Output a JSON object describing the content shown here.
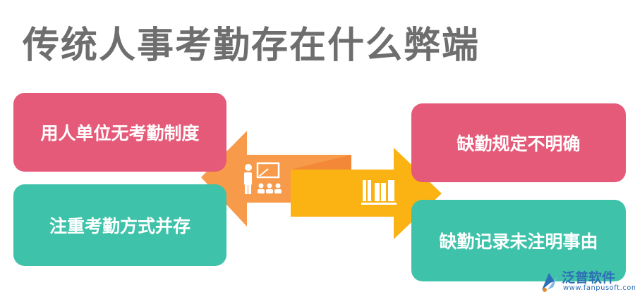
{
  "title": "传统人事考勤存在什么弊端",
  "left_items": [
    {
      "text": "用人单位无考勤制度",
      "color": "#e55a78"
    },
    {
      "text": "注重考勤方式并存",
      "color": "#3ec2a9"
    }
  ],
  "right_items": [
    {
      "text": "缺勤规定不明确",
      "color": "#e55a78"
    },
    {
      "text": "缺勤记录未注明事由",
      "color": "#3ec2a9"
    }
  ],
  "arrows": {
    "left_arrow_color": "#f79a4a",
    "right_arrow_color": "#fbb313",
    "left_icon": "teacher-presentation-icon",
    "right_icon": "books-icon"
  },
  "logo": {
    "name": "泛普软件",
    "url": "www.fanpusoft.com",
    "icon": "fanpu-logo-icon"
  }
}
